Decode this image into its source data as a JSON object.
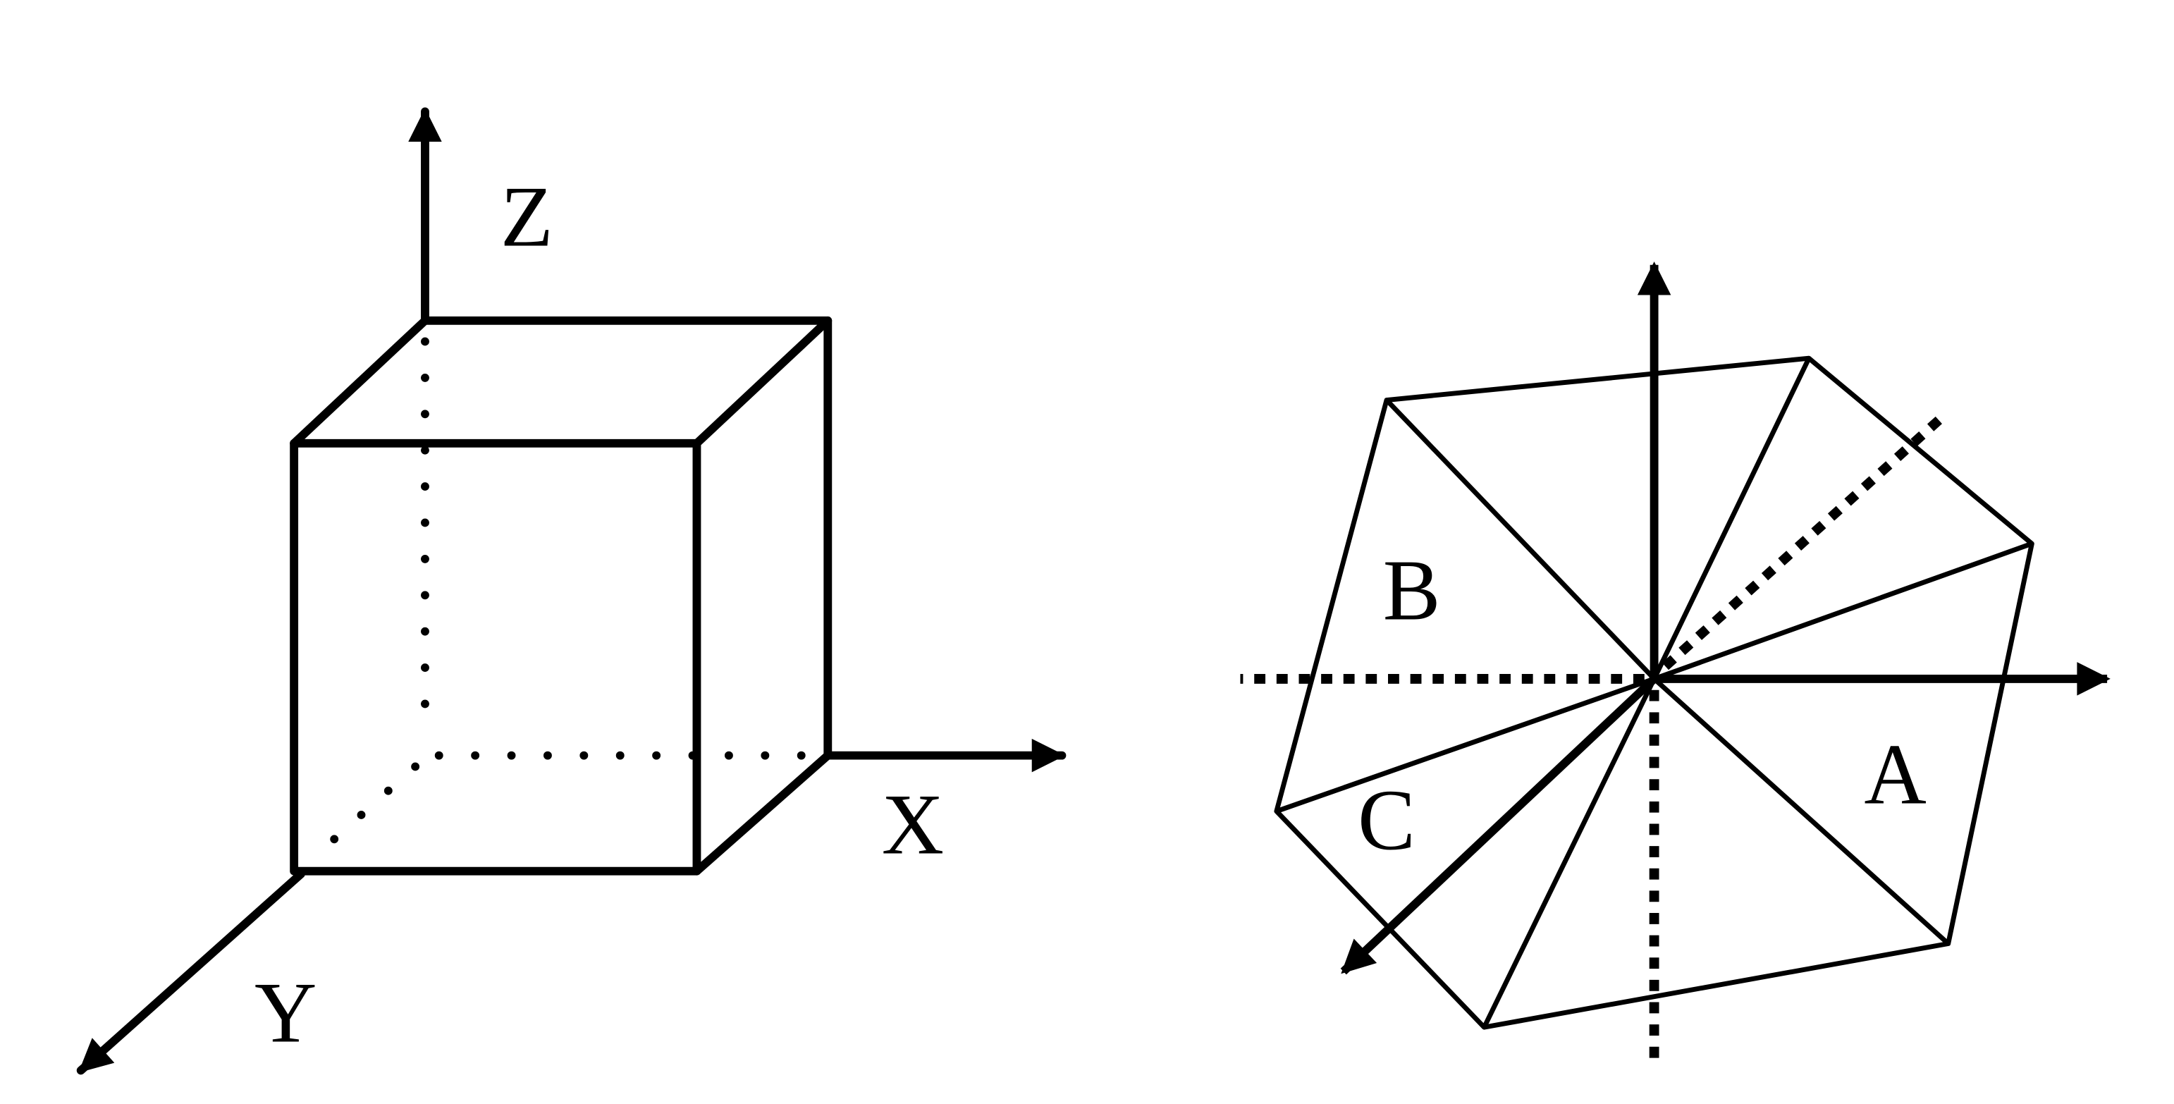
{
  "left_figure": {
    "axis_labels": {
      "x": "X",
      "y": "Y",
      "z": "Z"
    }
  },
  "right_figure": {
    "region_labels": {
      "a": "A",
      "b": "B",
      "c": "C"
    }
  },
  "colors": {
    "stroke": "#000000",
    "background": "#ffffff"
  }
}
